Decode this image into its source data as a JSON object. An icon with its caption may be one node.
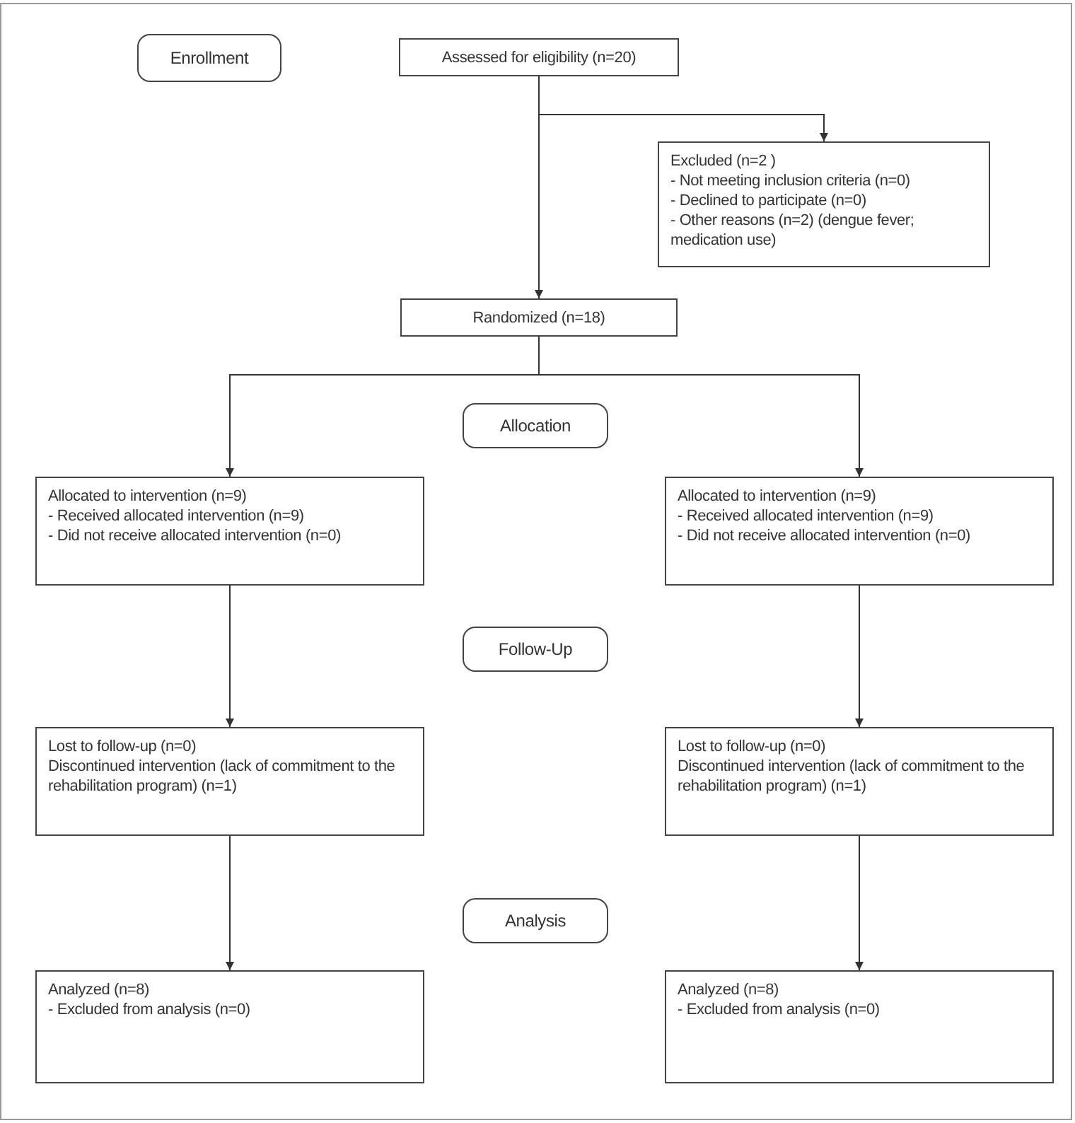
{
  "diagram": {
    "nodes": [
      {
        "text": [
          "Enrollment"
        ]
      },
      {
        "text": [
          "Assessed for eligibility (n=20)"
        ]
      },
      {
        "text": [
          "Excluded (n=2 )",
          "- Not meeting inclusion criteria (n=0)",
          "- Declined to participate (n=0)",
          "- Other reasons (n=2) (dengue fever; medication use)"
        ]
      },
      {
        "text": [
          "Randomized (n=18)"
        ]
      },
      {
        "text": [
          "Allocation"
        ]
      },
      {
        "text": [
          "Allocated to intervention (n=9)",
          "- Received allocated intervention (n=9)",
          "- Did not receive allocated intervention (n=0)"
        ]
      },
      {
        "text": [
          "Allocated to intervention (n=9)",
          "- Received allocated intervention (n=9)",
          "- Did not receive allocated intervention (n=0)"
        ]
      },
      {
        "text": [
          "Follow-Up"
        ]
      },
      {
        "text": [
          "Lost to follow-up (n=0)",
          "Discontinued intervention (lack of commitment to the rehabilitation program) (n=1)"
        ]
      },
      {
        "text": [
          "Lost to follow-up (n=0)",
          "Discontinued intervention (lack of commitment to the rehabilitation program) (n=1)"
        ]
      },
      {
        "text": [
          "Analysis"
        ]
      },
      {
        "text": [
          "Analyzed (n=8)",
          "- Excluded from analysis (n=0)"
        ]
      },
      {
        "text": [
          "Analyzed (n=8)",
          "- Excluded from analysis (n=0)"
        ]
      }
    ],
    "edges": [
      {
        "from": 1,
        "to": 3,
        "arrow": "to"
      },
      {
        "from": 1,
        "to": 2,
        "arrow": "to"
      },
      {
        "from": 3,
        "to": 5,
        "arrow": "to"
      },
      {
        "from": 3,
        "to": 6,
        "arrow": "to"
      },
      {
        "from": 5,
        "to": 8,
        "arrow": "to"
      },
      {
        "from": 6,
        "to": 9,
        "arrow": "to"
      },
      {
        "from": 8,
        "to": 11,
        "arrow": "to"
      },
      {
        "from": 9,
        "to": 12,
        "arrow": "to"
      }
    ]
  }
}
